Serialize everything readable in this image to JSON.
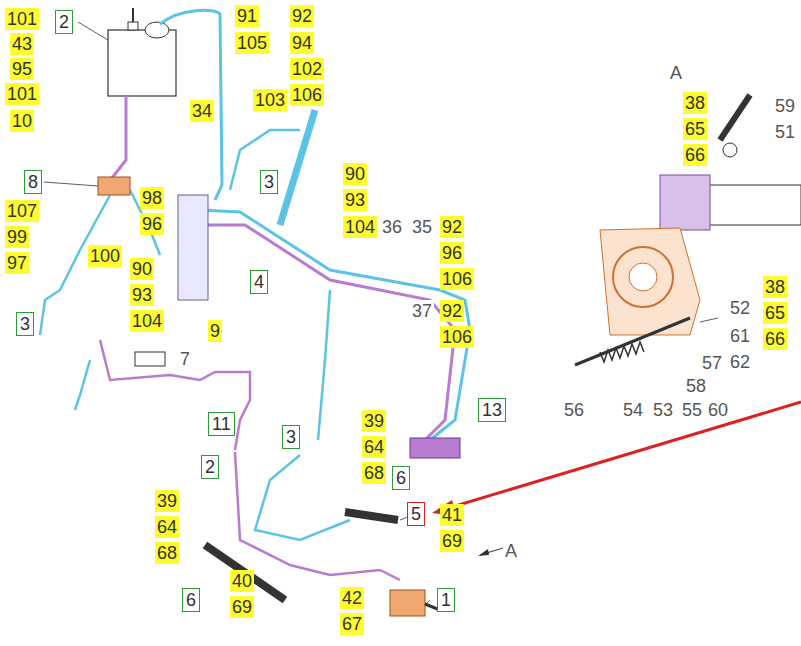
{
  "diagram": {
    "nodes": [
      {
        "text": [
          "2"
        ]
      },
      {
        "text": [
          "8"
        ]
      },
      {
        "text": [
          "3"
        ]
      },
      {
        "text": [
          "4"
        ]
      },
      {
        "text": [
          "3"
        ]
      },
      {
        "text": [
          "13"
        ]
      },
      {
        "text": [
          "11"
        ]
      },
      {
        "text": [
          "3"
        ]
      },
      {
        "text": [
          "2"
        ]
      },
      {
        "text": [
          "6"
        ]
      },
      {
        "text": [
          "5"
        ]
      },
      {
        "text": [
          "6"
        ]
      },
      {
        "text": [
          "1"
        ]
      }
    ],
    "labels": [
      "101",
      "43",
      "95",
      "101",
      "10",
      "91",
      "105",
      "92",
      "94",
      "102",
      "106",
      "34",
      "103",
      "107",
      "99",
      "97",
      "98",
      "96",
      "100",
      "90",
      "93",
      "104",
      "9",
      "90",
      "93",
      "104",
      "36",
      "35",
      "92",
      "96",
      "106",
      "37",
      "92",
      "106",
      "7",
      "39",
      "64",
      "68",
      "41",
      "69",
      "39",
      "64",
      "68",
      "40",
      "69",
      "42",
      "67",
      "A",
      "A",
      "38",
      "65",
      "66",
      "59",
      "51",
      "38",
      "65",
      "66",
      "52",
      "61",
      "62",
      "57",
      "58",
      "56",
      "54",
      "53",
      "55",
      "60"
    ]
  }
}
